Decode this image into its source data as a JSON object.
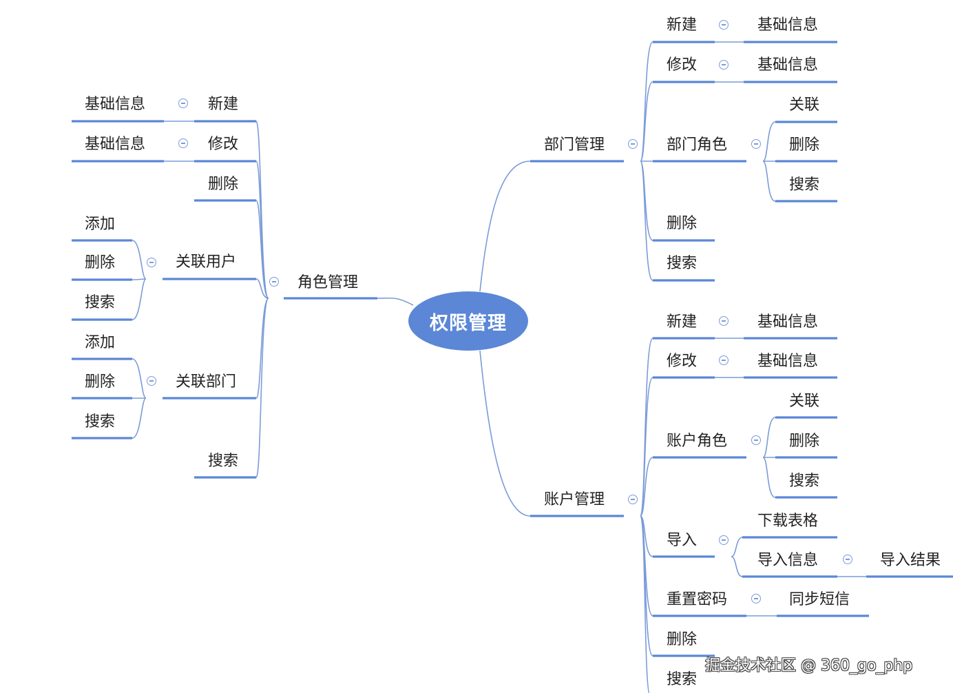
{
  "colors": {
    "link": "#7a9bd8",
    "underline": "#5b87d6",
    "center_fill": "#5b87d6",
    "center_text": "#ffffff",
    "label": "#222222"
  },
  "center": {
    "label": "权限管理"
  },
  "role": {
    "label": "角色管理",
    "create": "新建",
    "create_info": "基础信息",
    "edit": "修改",
    "edit_info": "基础信息",
    "delete": "删除",
    "link_users": "关联用户",
    "users_add": "添加",
    "users_delete": "删除",
    "users_search": "搜索",
    "link_depts": "关联部门",
    "depts_add": "添加",
    "depts_delete": "删除",
    "depts_search": "搜索",
    "search": "搜索"
  },
  "dept": {
    "label": "部门管理",
    "create": "新建",
    "create_info": "基础信息",
    "edit": "修改",
    "edit_info": "基础信息",
    "roles": "部门角色",
    "roles_link": "关联",
    "roles_delete": "删除",
    "roles_search": "搜索",
    "delete": "删除",
    "search": "搜索"
  },
  "account": {
    "label": "账户管理",
    "create": "新建",
    "create_info": "基础信息",
    "edit": "修改",
    "edit_info": "基础信息",
    "roles": "账户角色",
    "roles_link": "关联",
    "roles_delete": "删除",
    "roles_search": "搜索",
    "import": "导入",
    "import_template": "下载表格",
    "import_info": "导入信息",
    "import_result": "导入结果",
    "reset_password": "重置密码",
    "reset_sms": "同步短信",
    "delete": "删除",
    "search": "搜索"
  },
  "watermark": "掘金技术社区 @ 360_go_php"
}
